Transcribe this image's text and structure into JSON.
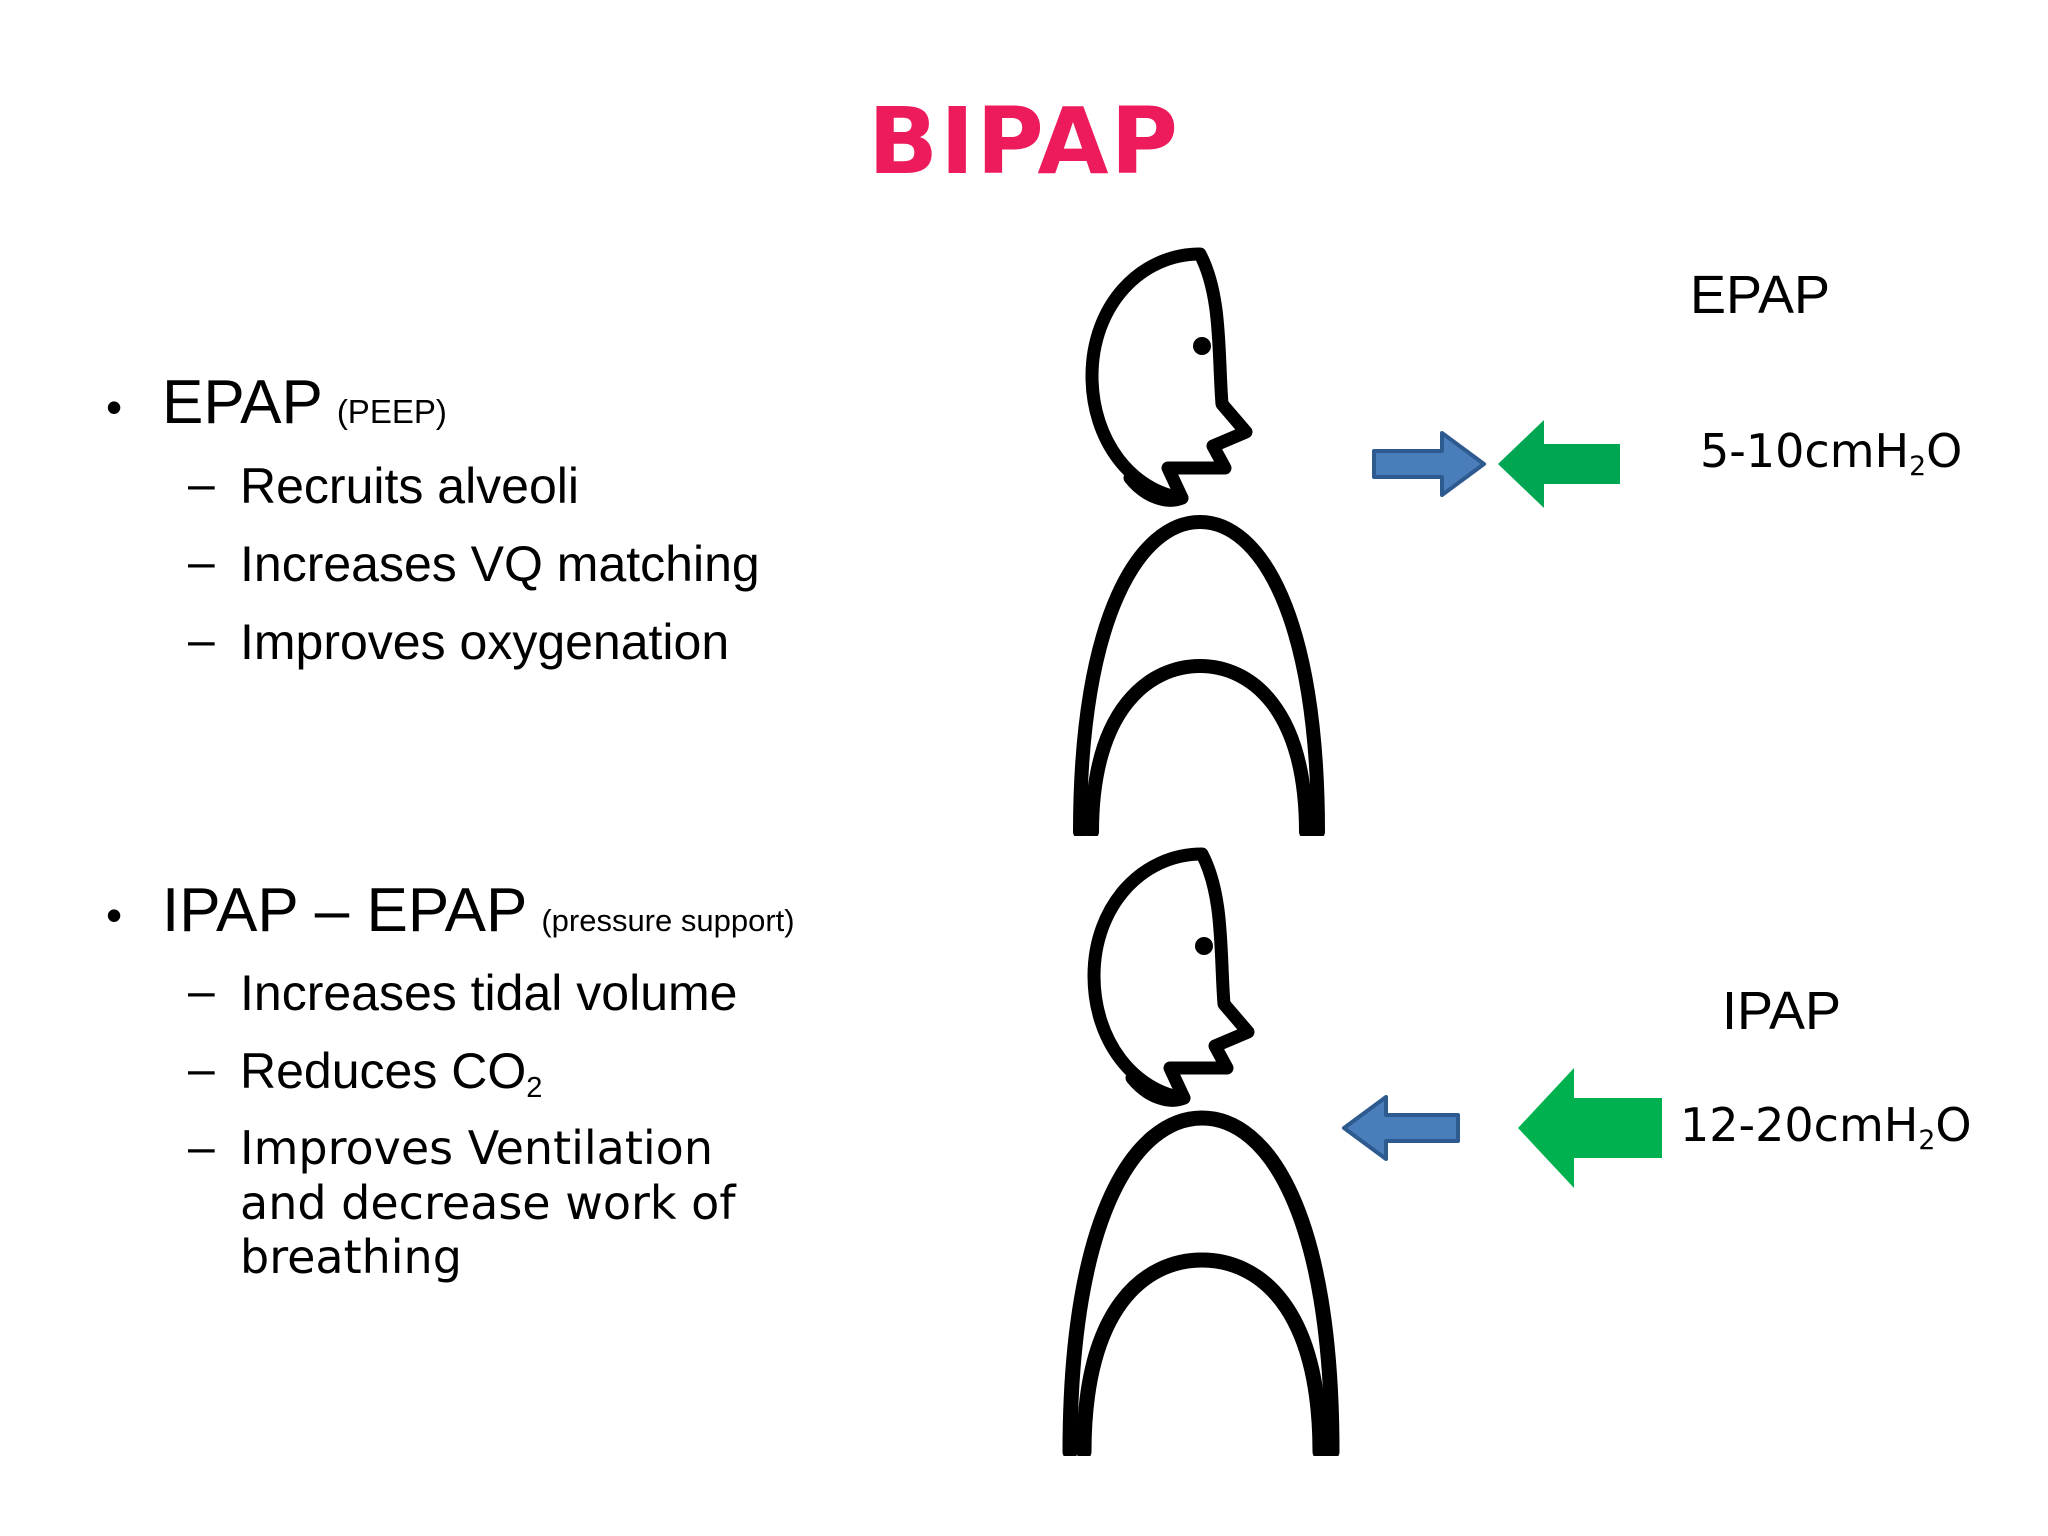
{
  "slide": {
    "title": "BIPAP",
    "title_color": "#ed1b5b",
    "background_color": "#ffffff"
  },
  "content": {
    "groups": [
      {
        "bullet_marker": "•",
        "heading": "EPAP",
        "heading_note": "(PEEP)",
        "sub_marker": "–",
        "sub_items": [
          "Recruits alveoli",
          "Increases VQ matching",
          "Improves oxygenation"
        ]
      },
      {
        "bullet_marker": "•",
        "heading": "IPAP – EPAP",
        "heading_note": "(pressure support)",
        "sub_marker": "–",
        "sub_items": [
          "Increases tidal volume",
          "Reduces CO2",
          "Improves Ventilation and decrease work of breathing"
        ]
      }
    ]
  },
  "diagram": {
    "figures": [
      {
        "mode_label": "EPAP",
        "pressure_value": "5-10cmH",
        "pressure_sub": "2",
        "pressure_unit": "O",
        "blue_arrow_direction": "right",
        "green_arrow_direction": "left",
        "blue_arrow_color": "#4a7ebb",
        "blue_arrow_stroke": "#2e5b8f",
        "green_arrow_color": "#00a651",
        "figure_label": "patient-head-and-torso"
      },
      {
        "mode_label": "IPAP",
        "pressure_value": "12-20cmH",
        "pressure_sub": "2",
        "pressure_unit": "O",
        "blue_arrow_direction": "left",
        "green_arrow_direction": "left",
        "blue_arrow_color": "#4a7ebb",
        "blue_arrow_stroke": "#2e5b8f",
        "green_arrow_color": "#00b14f",
        "figure_label": "patient-head-and-torso"
      }
    ]
  }
}
